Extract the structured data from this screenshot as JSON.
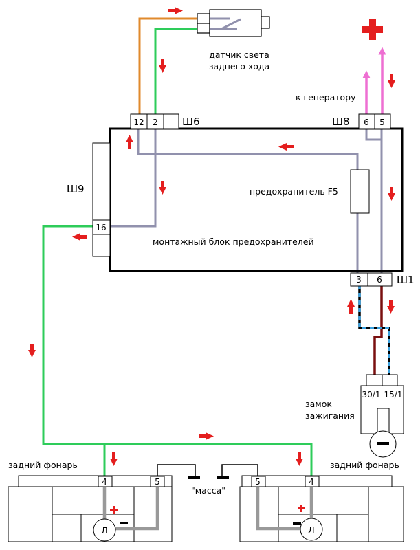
{
  "labels": {
    "sensor_line1": "датчик света",
    "sensor_line2": "заднего хода",
    "generator": "к генератору",
    "fuse": "предохранитель F5",
    "block": "монтажный блок предохранителей",
    "ignition_line1": "замок",
    "ignition_line2": "зажигания",
    "lamp_left": "задний фонарь",
    "lamp_right": "задний фонарь",
    "ground": "\"масса\"",
    "plus": "+",
    "minus": "−",
    "lamp_letter": "Л"
  },
  "connectors": {
    "sh6": "Ш6",
    "sh8": "Ш8",
    "sh9": "Ш9",
    "sh1": "Ш1"
  },
  "pins": {
    "sh6_a": "12",
    "sh6_b": "2",
    "sh8_a": "6",
    "sh8_b": "5",
    "sh9_a": "16",
    "sh1_a": "3",
    "sh1_b": "6",
    "ign_a": "30/1",
    "ign_b": "15/1",
    "lamp_l_a": "4",
    "lamp_l_b": "5",
    "lamp_r_a": "5",
    "lamp_r_b": "4"
  },
  "colors": {
    "orange_wire": "#e08a2c",
    "green_wire": "#2ecc5a",
    "gray_wire": "#9191ad",
    "pink_wire": "#ee6fd2",
    "darkred_wire": "#7a1010",
    "blue_wire": "#3aa0de",
    "arrow": "#e41e1e"
  }
}
